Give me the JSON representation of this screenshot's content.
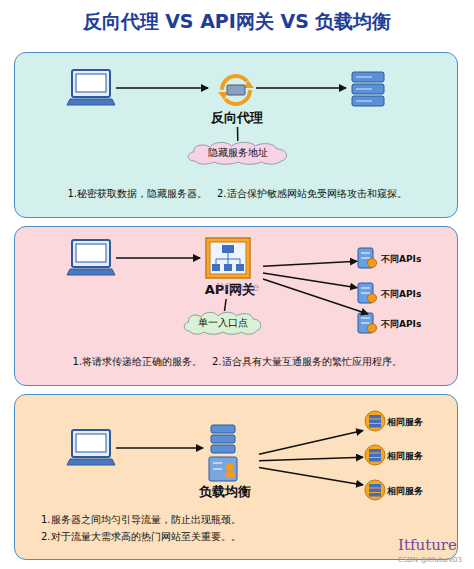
{
  "diagram": {
    "title": "反向代理 VS API网关 VS 负载均衡",
    "nodes": [
      {
        "text": [
          "1.秘密获取数据，隐藏服务器。",
          "2.适合保护敏感网站免受网络攻击和窥探。"
        ]
      },
      {
        "text": [
          "反向代理"
        ],
        "in": 0
      },
      {
        "text": [
          "隐藏服务地址"
        ],
        "in": 0
      },
      {
        "text": [
          "1.将请求传递给正确的服务。",
          "2.适合具有大量互通服务的繁忙应用程序。"
        ]
      },
      {
        "text": [
          "API网关"
        ],
        "in": 3
      },
      {
        "text": [
          "单一入口点"
        ],
        "in": 3
      },
      {
        "text": [
          "不同APIs"
        ],
        "in": 3
      },
      {
        "text": [
          "不同APIs"
        ],
        "in": 3
      },
      {
        "text": [
          "不同APIs"
        ],
        "in": 3
      },
      {
        "text": [
          "1.服务器之间均匀引导流量，防止出现瓶颈。",
          "2.对于流量大需求高的热门网站至关重要。。"
        ]
      },
      {
        "text": [
          "负载均衡"
        ],
        "in": 9
      },
      {
        "text": [
          "相同服务"
        ],
        "in": 9
      },
      {
        "text": [
          "相同服务"
        ],
        "in": 9
      },
      {
        "text": [
          "相同服务"
        ],
        "in": 9
      }
    ],
    "edges": [
      {
        "from": 1,
        "to": 2,
        "arrow": "none"
      },
      {
        "from": 4,
        "to": 5,
        "arrow": "none"
      },
      {
        "from": 4,
        "to": 6,
        "arrow": "to"
      },
      {
        "from": 4,
        "to": 7,
        "arrow": "to"
      },
      {
        "from": 4,
        "to": 8,
        "arrow": "to"
      },
      {
        "from": 10,
        "to": 11,
        "arrow": "to"
      },
      {
        "from": 10,
        "to": 12,
        "arrow": "to"
      },
      {
        "from": 10,
        "to": 13,
        "arrow": "to"
      }
    ],
    "labels": [
      "Itfuture",
      "Itfuture",
      "CSDN @Itfuture03"
    ]
  }
}
